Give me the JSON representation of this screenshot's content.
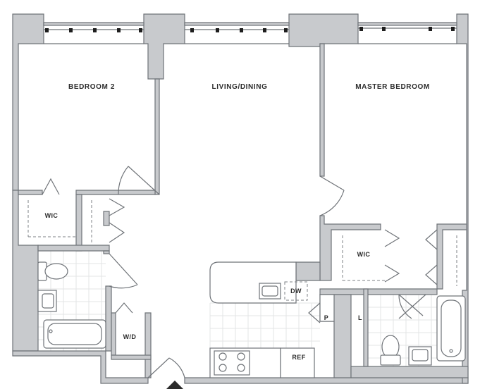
{
  "floor_plan": {
    "rooms": {
      "bedroom2": "BEDROOM 2",
      "living_dining": "LIVING/DINING",
      "master_bedroom": "MASTER BEDROOM",
      "wic_bedroom2": "WIC",
      "wic_master": "WIC",
      "washer_dryer": "W/D",
      "dishwasher": "DW",
      "pantry": "P",
      "linen": "L",
      "refrigerator": "REF"
    },
    "colors": {
      "wall_fill": "#c8cacd",
      "wall_stroke": "#6f7378",
      "label_text": "#2b2b2b",
      "entry_arrow": "#2b2b2b"
    }
  }
}
